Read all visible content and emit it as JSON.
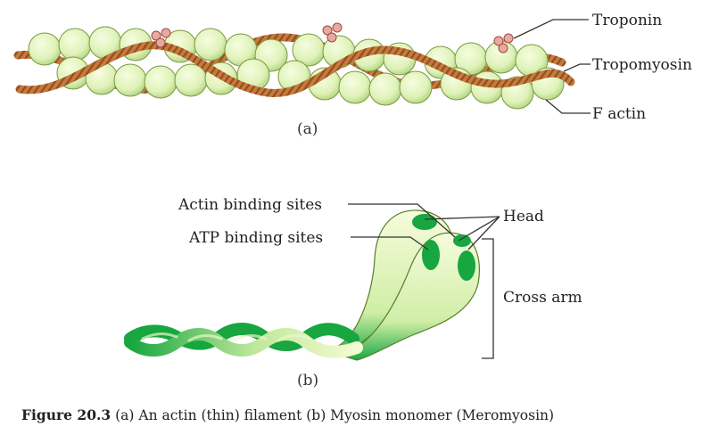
{
  "panel_a": {
    "labels": {
      "troponin": "Troponin",
      "tropomyosin": "Tropomyosin",
      "f_actin": "F actin"
    },
    "sublabel": "(a)"
  },
  "panel_b": {
    "labels": {
      "actin_binding_sites": "Actin binding sites",
      "atp_binding_sites": "ATP binding sites",
      "head": "Head",
      "cross_arm": "Cross arm"
    },
    "sublabel": "(b)"
  },
  "caption": {
    "figure_number": "Figure 20.3",
    "text": "(a) An actin (thin) filament (b) Myosin monomer (Meromyosin)"
  },
  "colors": {
    "actin_bead": "#dff2b8",
    "actin_outline": "#7a9a40",
    "tropomyosin": "#c77a3c",
    "troponin": "#e9a9a0",
    "myosin_light": "#f4fbd2",
    "myosin_dark": "#17a640"
  }
}
